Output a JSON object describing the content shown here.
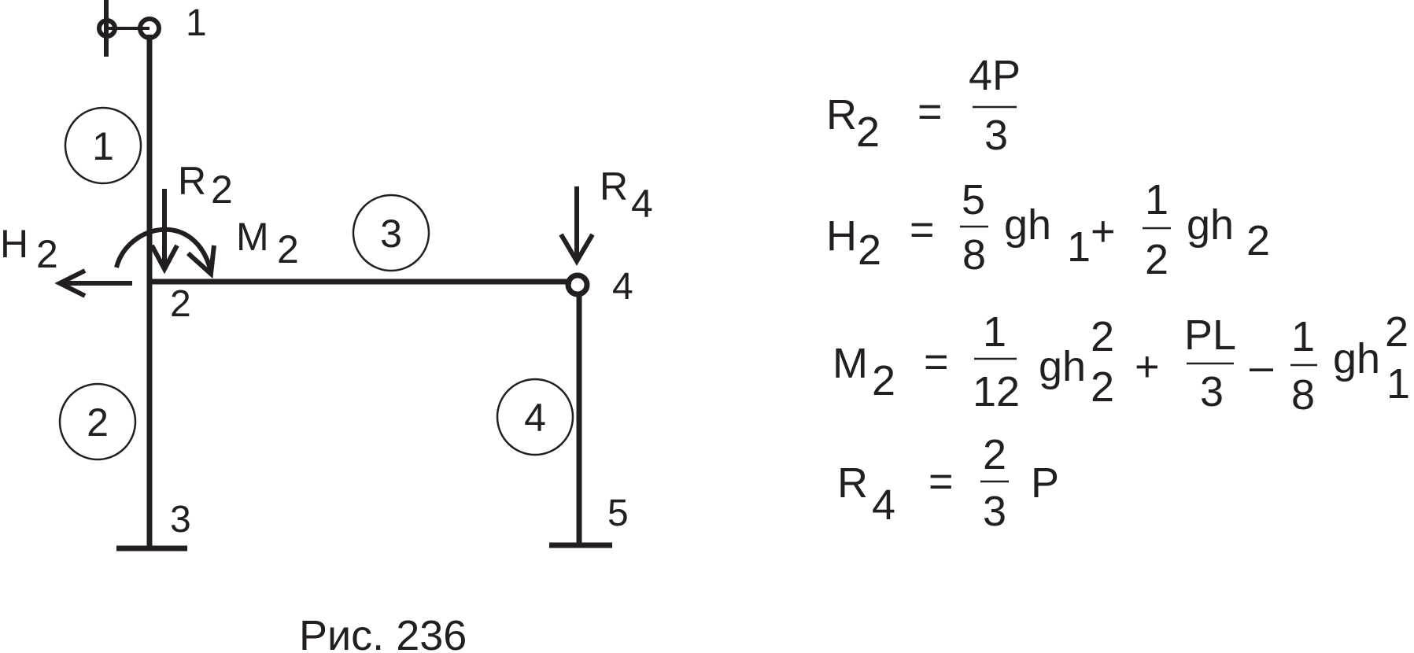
{
  "colors": {
    "ink": "#231f20",
    "background": "#ffffff"
  },
  "scheme": {
    "nodes": [
      "1",
      "2",
      "3",
      "4",
      "5"
    ],
    "members": [
      "1",
      "2",
      "3",
      "4"
    ],
    "loads": {
      "r2": {
        "letter": "R",
        "sub": "2"
      },
      "h2": {
        "letter": "H",
        "sub": "2"
      },
      "m2": {
        "letter": "M",
        "sub": "2"
      },
      "r4": {
        "letter": "R",
        "sub": "4"
      }
    }
  },
  "formulas": {
    "r2": {
      "lhs": "R",
      "lhs_sub": "2",
      "eq": "=",
      "num": "4P",
      "den": "3"
    },
    "h2": {
      "lhs": "H",
      "lhs_sub": "2",
      "eq": "=",
      "f1_num": "5",
      "f1_den": "8",
      "t1": "gh",
      "t1_sub": "1",
      "plus": "+",
      "f2_num": "1",
      "f2_den": "2",
      "t2": "gh",
      "t2_sub": "2"
    },
    "m2": {
      "lhs": "M",
      "lhs_sub": "2",
      "eq": "=",
      "f1_num": "1",
      "f1_den": "12",
      "t1": "gh",
      "t1_sup": "2",
      "t1_sub": "2",
      "plus": "+",
      "f2_num": "PL",
      "f2_den": "3",
      "minus": "–",
      "f3_num": "1",
      "f3_den": "8",
      "t3": "gh",
      "t3_sup": "2",
      "t3_sub": "1"
    },
    "r4": {
      "lhs": "R",
      "lhs_sub": "4",
      "eq": "=",
      "num": "2",
      "den": "3",
      "tail": "P"
    }
  },
  "caption": "Рис. 236"
}
